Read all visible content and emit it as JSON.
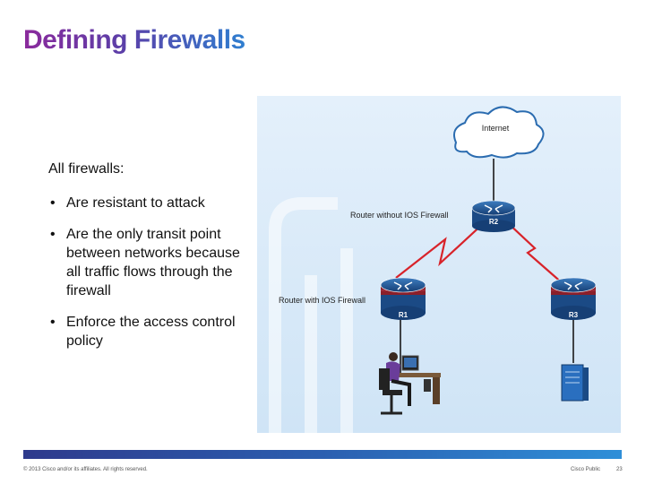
{
  "slide": {
    "title": "Defining Firewalls",
    "intro": "All firewalls:",
    "bullets": [
      "Are resistant to attack",
      "Are the only transit point between networks because all traffic flows through the firewall",
      "Enforce the access control policy"
    ],
    "bullet_glyph": "•"
  },
  "diagram": {
    "cloud_label": "Internet",
    "r2_caption": "Router without IOS Firewall",
    "r1_caption": "Router with IOS Firewall",
    "r1_label": "R1",
    "r2_label": "R2",
    "r3_label": "R3",
    "colors": {
      "background": "#dcecfa",
      "router": "#1f5a9a",
      "firewall": "#8a1f2a",
      "link": "#d8232a"
    }
  },
  "footer": {
    "copyright": "© 2013 Cisco and/or its affiliates. All rights reserved.",
    "classification": "Cisco Public",
    "page": "23"
  }
}
